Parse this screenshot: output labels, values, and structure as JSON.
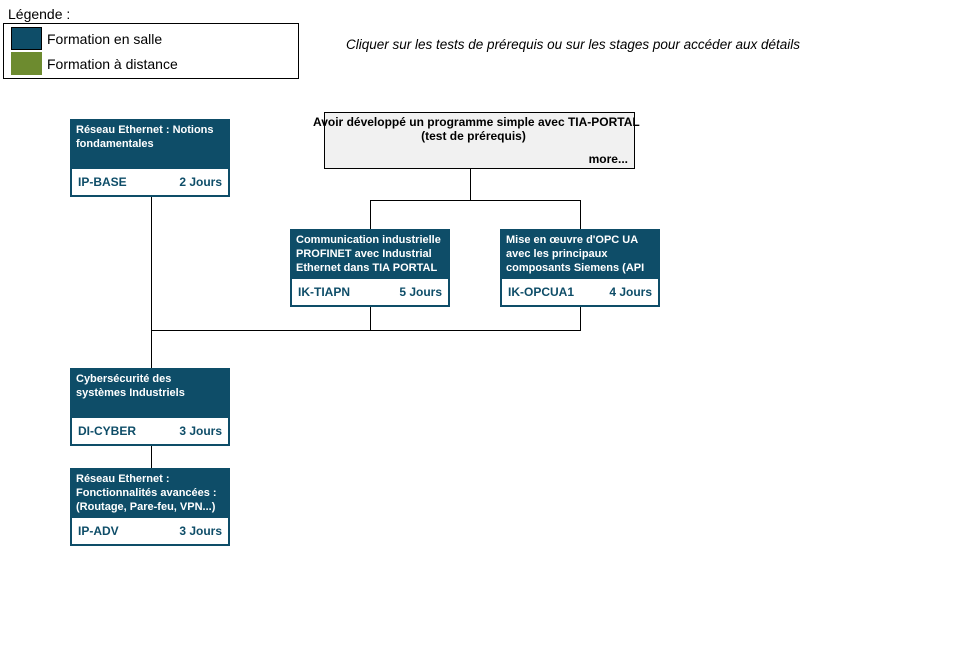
{
  "legend": {
    "title": "Légende :",
    "items": [
      {
        "label": "Formation en salle",
        "color": "#0E4D68"
      },
      {
        "label": "Formation à distance",
        "color": "#6D8B2F"
      }
    ]
  },
  "instruction": "Cliquer sur les tests de prérequis ou sur les stages pour accéder aux détails",
  "prerequisite": {
    "title_line1": "Avoir développé un programme simple avec TIA-PORTAL",
    "title_line2": "(test de prérequis)",
    "more_label": "more..."
  },
  "courses": [
    {
      "id": "ip-base",
      "title": "Réseau Ethernet : Notions fondamentales",
      "code": "IP-BASE",
      "duration": "2 Jours"
    },
    {
      "id": "ik-tiapn",
      "title": "Communication industrielle PROFINET avec Industrial Ethernet dans TIA PORTAL",
      "code": "IK-TIAPN",
      "duration": "5 Jours"
    },
    {
      "id": "ik-opcua1",
      "title": "Mise en œuvre d'OPC UA avec les principaux composants Siemens (API",
      "code": "IK-OPCUA1",
      "duration": "4 Jours"
    },
    {
      "id": "di-cyber",
      "title": "Cybersécurité des systèmes Industriels",
      "code": "DI-CYBER",
      "duration": "3 Jours"
    },
    {
      "id": "ip-adv",
      "title": "Réseau Ethernet : Fonctionnalités avancées : (Routage, Pare-feu, VPN...)",
      "code": "IP-ADV",
      "duration": "3 Jours"
    }
  ],
  "colors": {
    "course_header": "#0E4D68",
    "distance_green": "#6D8B2F",
    "prereq_background": "#F1F1F1",
    "connector": "#000000"
  }
}
